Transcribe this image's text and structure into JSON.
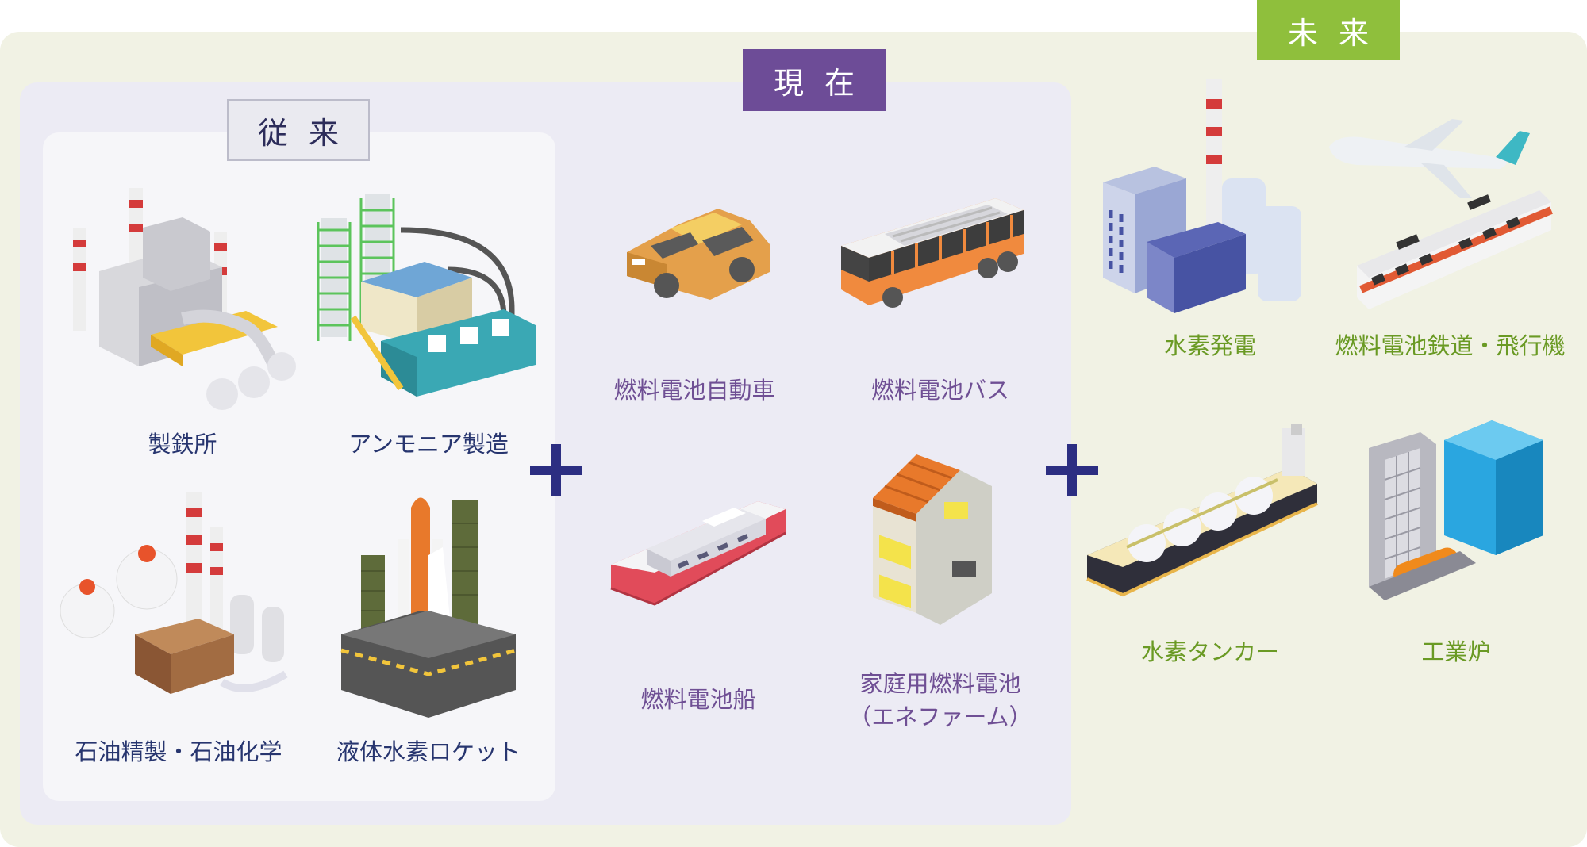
{
  "tags": {
    "future": "未来",
    "present": "現在",
    "conventional": "従来"
  },
  "conventional": {
    "items": [
      {
        "label": "製鉄所",
        "icon": "steel-mill-icon"
      },
      {
        "label": "アンモニア製造",
        "icon": "ammonia-plant-icon"
      },
      {
        "label": "石油精製・石油化学",
        "icon": "oil-refinery-icon"
      },
      {
        "label": "液体水素ロケット",
        "icon": "rocket-launch-icon"
      }
    ]
  },
  "present": {
    "items": [
      {
        "label": "燃料電池自動車",
        "icon": "fuel-cell-car-icon"
      },
      {
        "label": "燃料電池バス",
        "icon": "fuel-cell-bus-icon"
      },
      {
        "label": "燃料電池船",
        "icon": "fuel-cell-ship-icon"
      },
      {
        "label_line1": "家庭用燃料電池",
        "label_line2": "（エネファーム）",
        "icon": "home-fuel-cell-icon"
      }
    ]
  },
  "future": {
    "items": [
      {
        "label": "水素発電",
        "icon": "hydrogen-power-plant-icon"
      },
      {
        "label": "燃料電池鉄道・飛行機",
        "icon": "train-airplane-icon"
      },
      {
        "label": "水素タンカー",
        "icon": "hydrogen-tanker-icon"
      },
      {
        "label": "工業炉",
        "icon": "industrial-furnace-icon"
      }
    ]
  },
  "colors": {
    "future_panel": "#f1f2e4",
    "present_panel": "#ecebf4",
    "conventional_panel": "#f6f6f9",
    "future_tag": "#8fbf3c",
    "present_tag": "#6d4c97",
    "plus": "#2c2e82"
  }
}
